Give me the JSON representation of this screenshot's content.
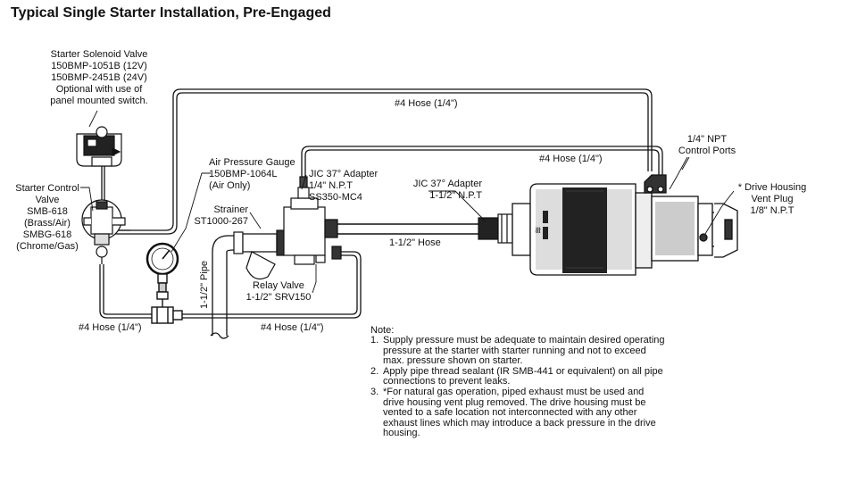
{
  "title": "Typical Single Starter Installation, Pre-Engaged",
  "labels": {
    "solenoid_valve": [
      "Starter Solenoid Valve",
      "150BMP-1051B (12V)",
      "150BMP-2451B (24V)",
      "Optional with use of",
      "panel mounted switch."
    ],
    "control_valve": [
      "Starter Control",
      "Valve",
      "SMB-618",
      "(Brass/Air)",
      "SMBG-618",
      "(Chrome/Gas)"
    ],
    "air_gauge": [
      "Air Pressure Gauge",
      "150BMP-1064L",
      "(Air Only)"
    ],
    "strainer": [
      "Strainer",
      "ST1000-267"
    ],
    "jic_adapter_1": [
      "JIC 37° Adapter",
      "1/4\" N.P.T",
      "SS350-MC4"
    ],
    "jic_adapter_2": [
      "JIC 37° Adapter",
      "1-1/2\" N.P.T"
    ],
    "relay_valve": [
      "Relay Valve",
      "1-1/2\" SRV150"
    ],
    "control_ports": [
      "1/4\" NPT",
      "Control Ports"
    ],
    "drive_housing": [
      "* Drive Housing",
      "Vent Plug",
      "1/8\" N.P.T"
    ],
    "hose_top": "#4 Hose (1/4\")",
    "hose_mid": "#4 Hose (1/4\")",
    "hose_bottom_left": "#4 Hose (1/4\")",
    "hose_bottom_mid": "#4 Hose (1/4\")",
    "hose_main": "1-1/2\" Hose",
    "pipe": "1-1/2\" Pipe"
  },
  "notes": {
    "title": "Note:",
    "items": [
      {
        "num": "1.",
        "text": "Supply pressure must be adequate to maintain desired operating pressure at the starter with starter running and not to exceed max. pressure shown on starter."
      },
      {
        "num": "2.",
        "text": "Apply pipe thread sealant (IR SMB-441 or equivalent) on all pipe connections to prevent leaks."
      },
      {
        "num": "3.",
        "text": "*For natural gas operation, piped exhaust must be used and drive housing vent plug removed. The drive housing must be vented to a safe location not interconnected with any other exhaust lines which may introduce a back pressure in the drive housing."
      }
    ]
  }
}
